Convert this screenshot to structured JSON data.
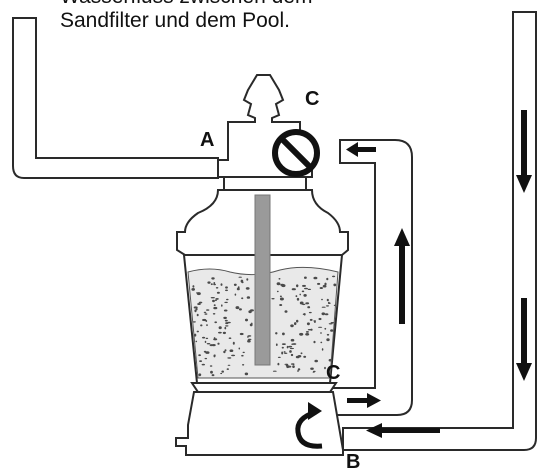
{
  "caption": {
    "line1": "Wasserfluss zwischen dem",
    "line2": "Sandfilter und dem Pool."
  },
  "labels": {
    "a": "A",
    "b": "B",
    "c_top": "C",
    "c_bottom": "C"
  },
  "icons": {
    "valve": "prohibited-valve-icon",
    "rotation": "counterclockwise-arrow-icon"
  },
  "colors": {
    "outline": "#2a2a2a",
    "rod": "#9a9a9a",
    "sand": "#e9e9e9",
    "arrow": "#111111"
  }
}
